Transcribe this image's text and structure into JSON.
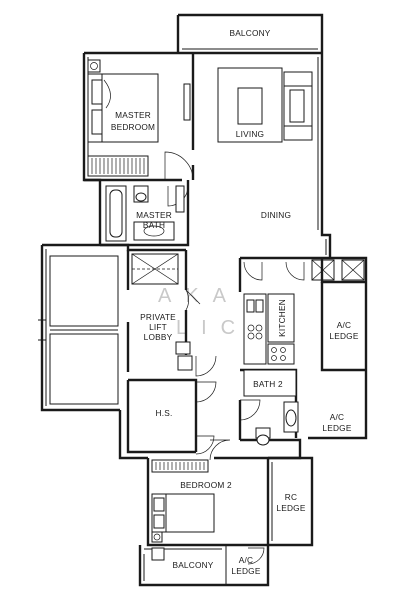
{
  "rooms": {
    "balcony_top": "BALCONY",
    "master_bedroom_1": "MASTER",
    "master_bedroom_2": "BEDROOM",
    "living": "LIVING",
    "dining": "DINING",
    "master_bath_1": "MASTER",
    "master_bath_2": "BATH",
    "private_lift_1": "PRIVATE",
    "private_lift_2": "LIFT",
    "private_lift_3": "LOBBY",
    "kitchen": "KITCHEN",
    "ac_ledge_right_1": "A/C",
    "ac_ledge_right_2": "LEDGE",
    "bath2": "BATH 2",
    "hs": "H.S.",
    "ac_ledge_lower_1": "A/C",
    "ac_ledge_lower_2": "LEDGE",
    "bedroom2": "BEDROOM 2",
    "rc_ledge_1": "RC",
    "rc_ledge_2": "LEDGE",
    "balcony_bottom": "BALCONY",
    "ac_ledge_bottom_1": "A/C",
    "ac_ledge_bottom_2": "LEDGE"
  },
  "watermark": {
    "line1": "AKA",
    "line2": "LICA"
  }
}
